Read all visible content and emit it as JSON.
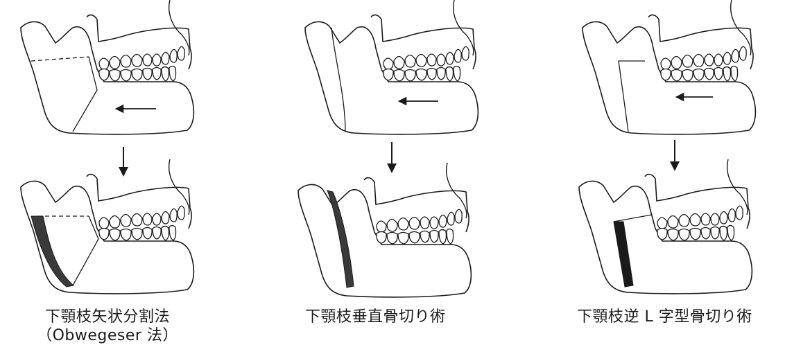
{
  "panels": [
    {
      "id": "sagittal-split",
      "caption_line1": "下顎枝矢状分割法",
      "caption_line2": "（Obwegeser 法）"
    },
    {
      "id": "vertical-ramus",
      "caption_line1": "下顎枝垂直骨切り術"
    },
    {
      "id": "inverted-l",
      "caption_line1": "下顎枝逆 L 字型骨切り術"
    }
  ],
  "colors": {
    "line": "#1a1a1a",
    "shaded_bone": "#3a3a3a",
    "background": "#ffffff"
  },
  "icons": {
    "direction_arrow": "left-arrow-icon",
    "step_arrow": "down-arrow-icon"
  }
}
